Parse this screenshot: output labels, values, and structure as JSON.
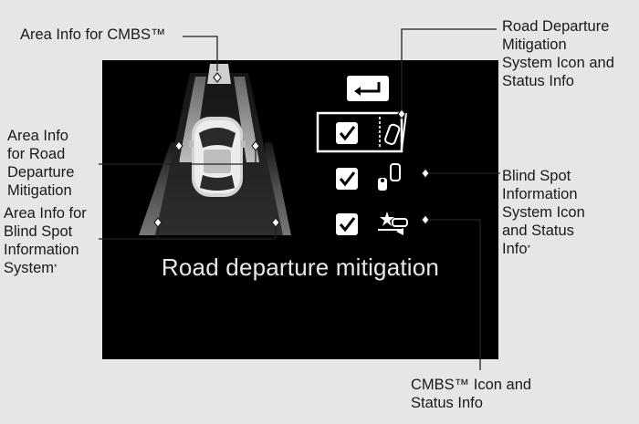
{
  "screen": {
    "caption": "Road departure mitigation",
    "back_icon": "return-arrow-icon",
    "rows": [
      {
        "name": "road-departure-mitigation",
        "checked": true,
        "icon": "road-departure-icon",
        "highlighted": true
      },
      {
        "name": "blind-spot-information",
        "checked": true,
        "icon": "blind-spot-icon",
        "highlighted": false
      },
      {
        "name": "cmbs",
        "checked": true,
        "icon": "collision-icon",
        "highlighted": false
      }
    ]
  },
  "callouts": {
    "cmbs_area": {
      "lines": [
        "Area Info for CMBS™"
      ]
    },
    "rdm_area": {
      "lines": [
        "Area Info",
        "for Road",
        "Departure",
        "Mitigation"
      ]
    },
    "bsi_area": {
      "lines": [
        "Area Info for",
        "Blind Spot",
        "Information"
      ],
      "last_line": "System",
      "marker": "*"
    },
    "rdm_icon": {
      "lines": [
        "Road Departure",
        "Mitigation",
        "System Icon and",
        "Status Info"
      ]
    },
    "bsi_icon": {
      "lines": [
        "Blind Spot",
        "Information",
        "System Icon",
        "and Status"
      ],
      "last_line": "Info",
      "marker": "*"
    },
    "cmbs_icon": {
      "lines": [
        "CMBS™ Icon and",
        "Status Info"
      ]
    }
  },
  "colors": {
    "screen_bg": "#000000",
    "page_bg": "#e6e6e6",
    "lane_bright": "#9a9a9a",
    "lane_dim": "#3c3c3c",
    "leader_line": "#222222"
  }
}
